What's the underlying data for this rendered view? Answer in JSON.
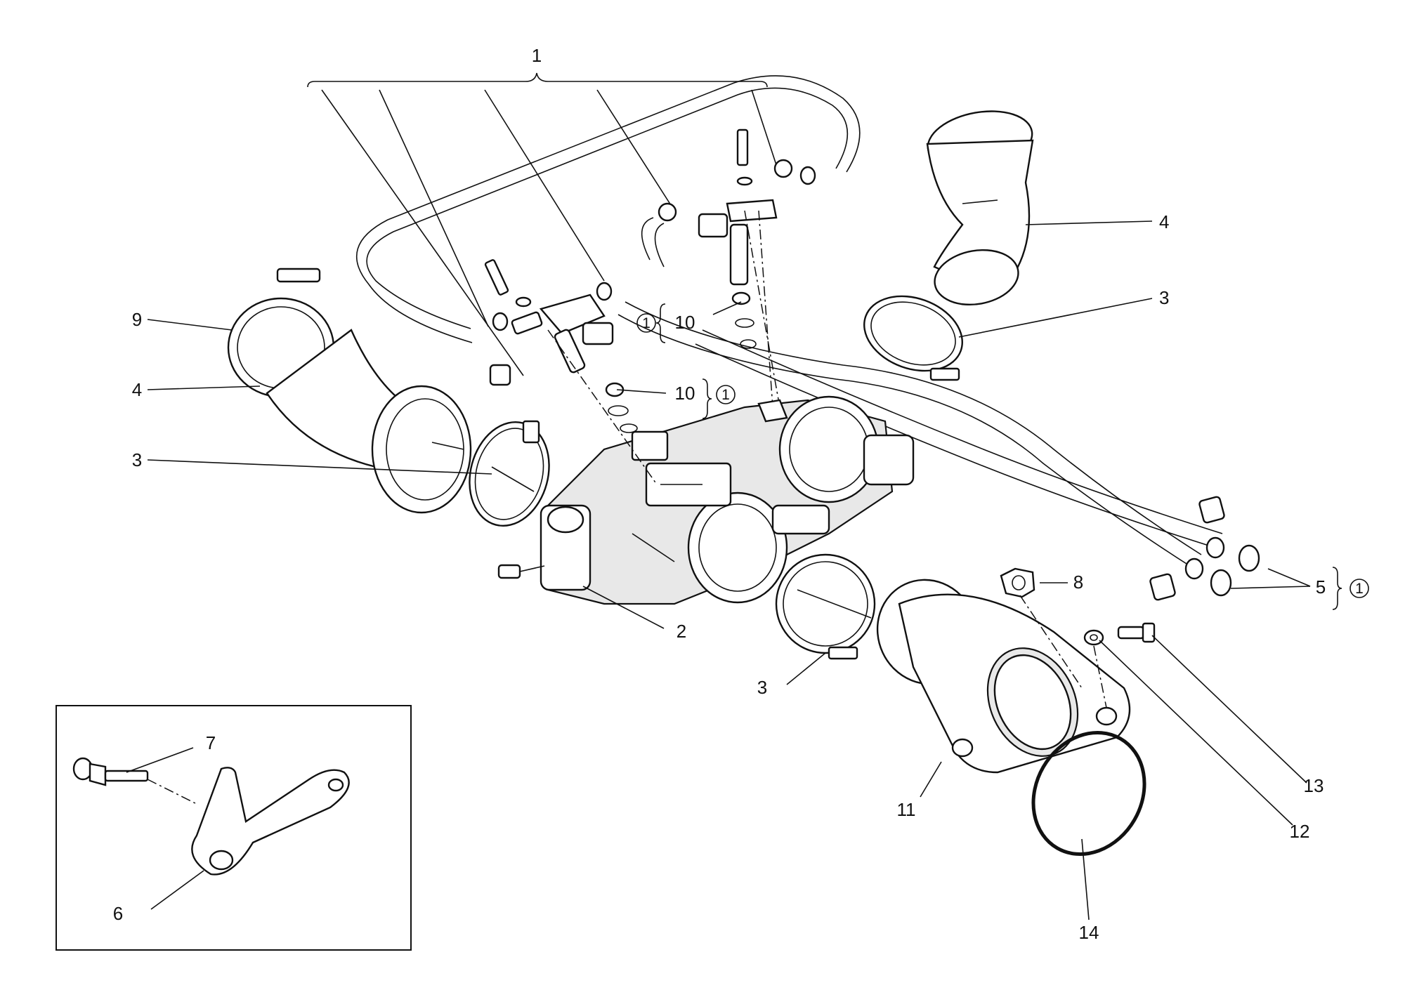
{
  "callouts": {
    "c1_top": "1",
    "c2": "2",
    "c3_left": "3",
    "c3_right": "3",
    "c3_bottom": "3",
    "c4_left": "4",
    "c4_right": "4",
    "c5": "5",
    "c6": "6",
    "c7": "7",
    "c8": "8",
    "c9": "9",
    "c10_upper": "10",
    "c10_lower": "10",
    "c11": "11",
    "c12": "12",
    "c13": "13",
    "c14": "14"
  },
  "circled_refs": {
    "ref_upper": "1",
    "ref_lower": "1",
    "ref_5": "1"
  }
}
